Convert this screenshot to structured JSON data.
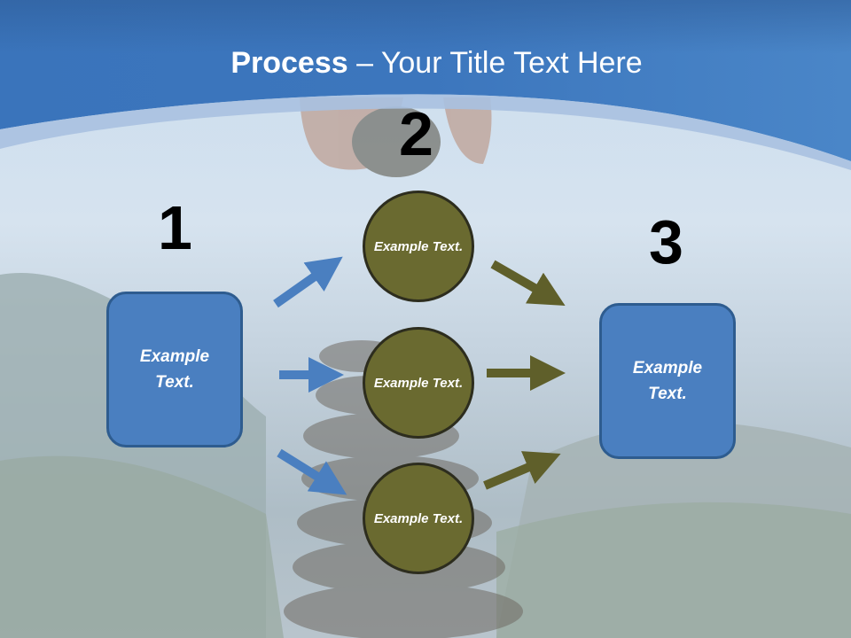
{
  "title": {
    "bold": "Process",
    "rest": " – Your Title Text Here"
  },
  "steps": [
    {
      "number": "1",
      "text": "Example Text."
    },
    {
      "number": "2",
      "circles": [
        "Example Text.",
        "Example Text.",
        "Example Text."
      ]
    },
    {
      "number": "3",
      "text": "Example Text."
    }
  ],
  "colors": {
    "header_blue": "#3f78bd",
    "box_fill": "#4a7fc0",
    "circle_fill": "#6a6a30",
    "arrow_blue": "#4a7fc0",
    "arrow_olive": "#5f5f2a"
  }
}
